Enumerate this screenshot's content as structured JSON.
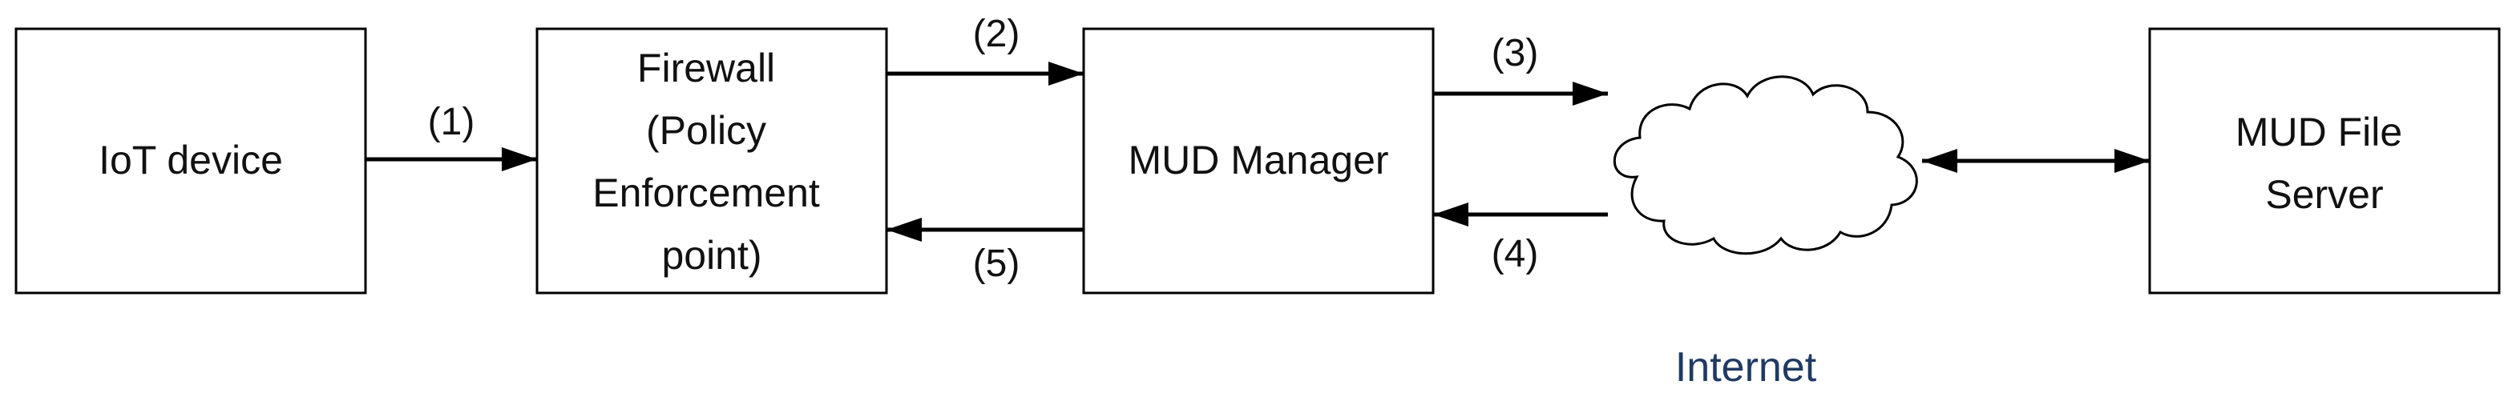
{
  "colors": {
    "line": "#000000",
    "text": "#111111",
    "internet_label": "#1f3a64"
  },
  "nodes": {
    "iot_device": {
      "lines": [
        "IoT device"
      ]
    },
    "firewall": {
      "lines": [
        "Firewall",
        "(Policy",
        "Enforcement",
        "point)"
      ]
    },
    "mud_manager": {
      "lines": [
        "MUD Manager"
      ]
    },
    "mud_file_server": {
      "lines": [
        "MUD File",
        "Server"
      ]
    },
    "internet": {
      "label": "Internet",
      "icon": "cloud-icon"
    }
  },
  "edges": {
    "step1": "(1)",
    "step2": "(2)",
    "step3": "(3)",
    "step4": "(4)",
    "step5": "(5)"
  }
}
